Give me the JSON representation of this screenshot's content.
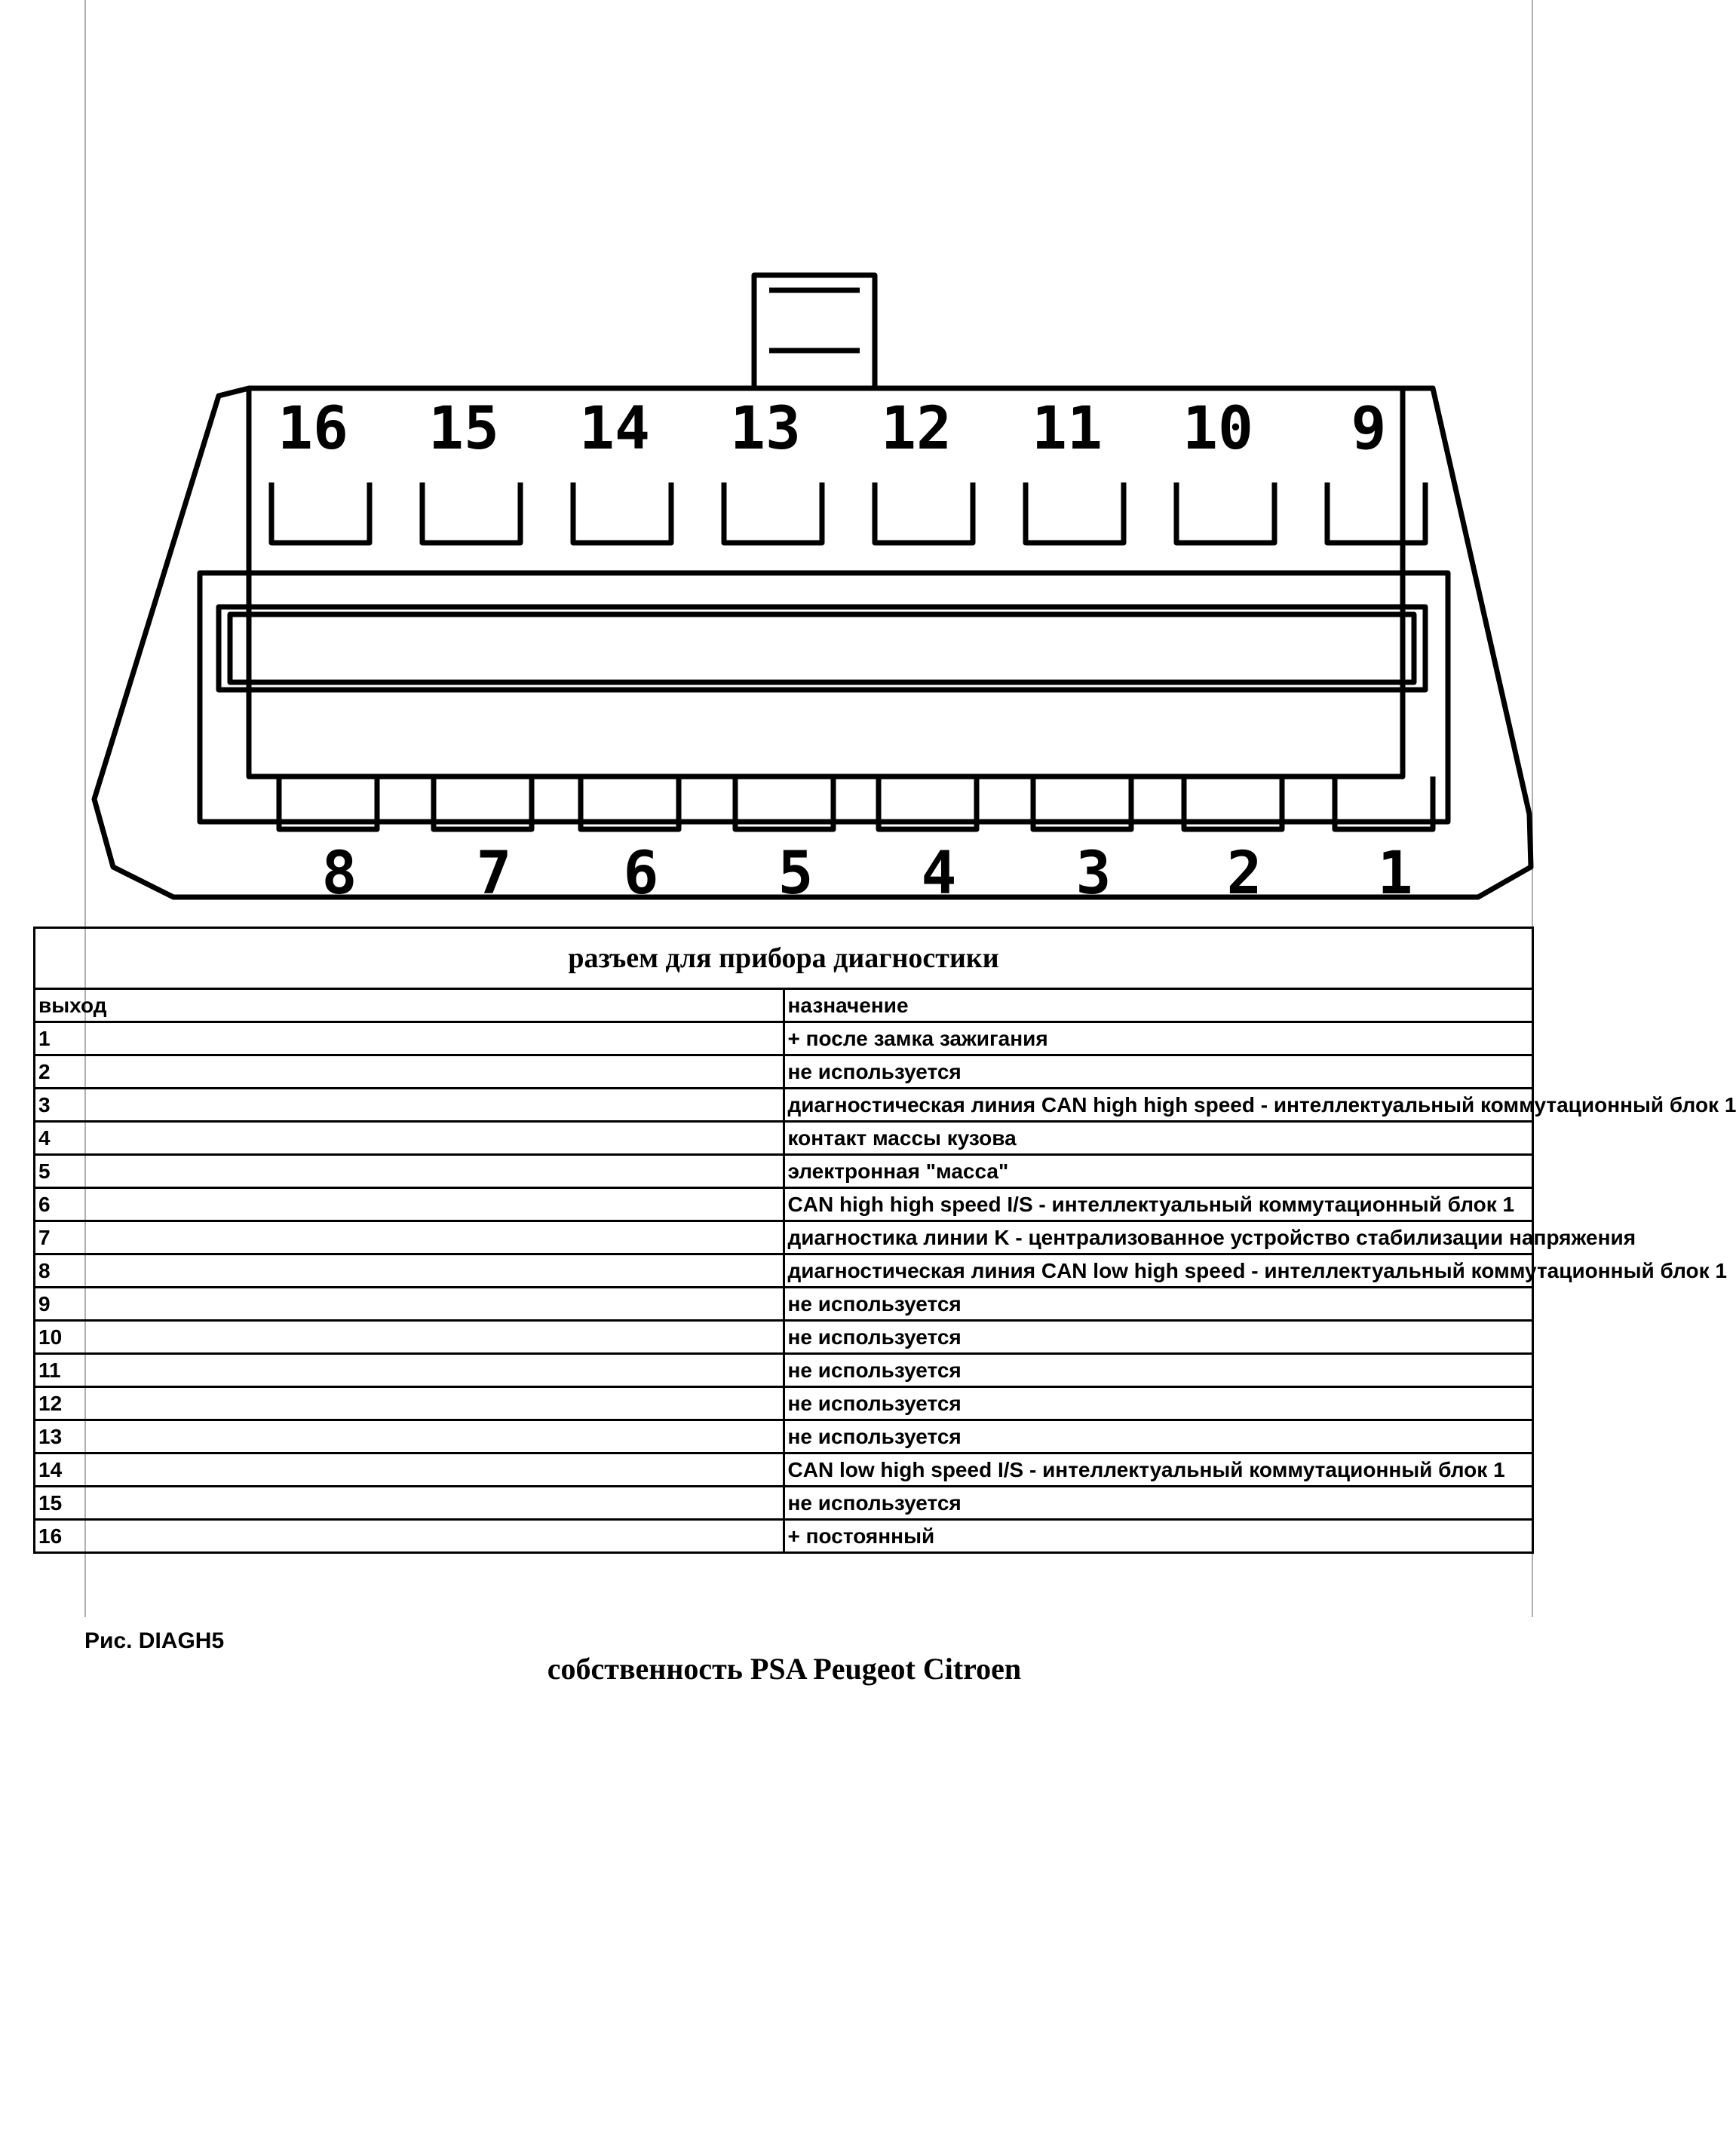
{
  "connector": {
    "top_pins": [
      "16",
      "15",
      "14",
      "13",
      "12",
      "11",
      "10",
      "9"
    ],
    "bottom_pins": [
      "8",
      "7",
      "6",
      "5",
      "4",
      "3",
      "2",
      "1"
    ]
  },
  "table": {
    "title": "разъем для прибора диагностики",
    "header": {
      "pin": "выход",
      "purpose": "назначение"
    },
    "rows": [
      {
        "pin": "1",
        "purpose": "+ после замка зажигания"
      },
      {
        "pin": "2",
        "purpose": "не используется"
      },
      {
        "pin": "3",
        "purpose": "диагностическая линия CAN high high speed - интеллектуальный коммутационный блок 1"
      },
      {
        "pin": "4",
        "purpose": "контакт массы кузова"
      },
      {
        "pin": "5",
        "purpose": "электронная \"масса\""
      },
      {
        "pin": "6",
        "purpose": "CAN high high speed I/S - интеллектуальный коммутационный блок 1"
      },
      {
        "pin": "7",
        "purpose": "диагностика линии K - централизованное устройство стабилизации напряжения"
      },
      {
        "pin": "8",
        "purpose": "диагностическая линия CAN low high speed - интеллектуальный коммутационный блок 1"
      },
      {
        "pin": "9",
        "purpose": "не используется"
      },
      {
        "pin": "10",
        "purpose": "не используется"
      },
      {
        "pin": "11",
        "purpose": "не используется"
      },
      {
        "pin": "12",
        "purpose": "не используется"
      },
      {
        "pin": "13",
        "purpose": "не используется"
      },
      {
        "pin": "14",
        "purpose": "CAN low high speed I/S - интеллектуальный коммутационный блок 1"
      },
      {
        "pin": "15",
        "purpose": "не используется"
      },
      {
        "pin": "16",
        "purpose": "+ постоянный"
      }
    ]
  },
  "figure_label": "Рис. DIAGH5",
  "owner": "собственность PSA Peugeot Citroen"
}
